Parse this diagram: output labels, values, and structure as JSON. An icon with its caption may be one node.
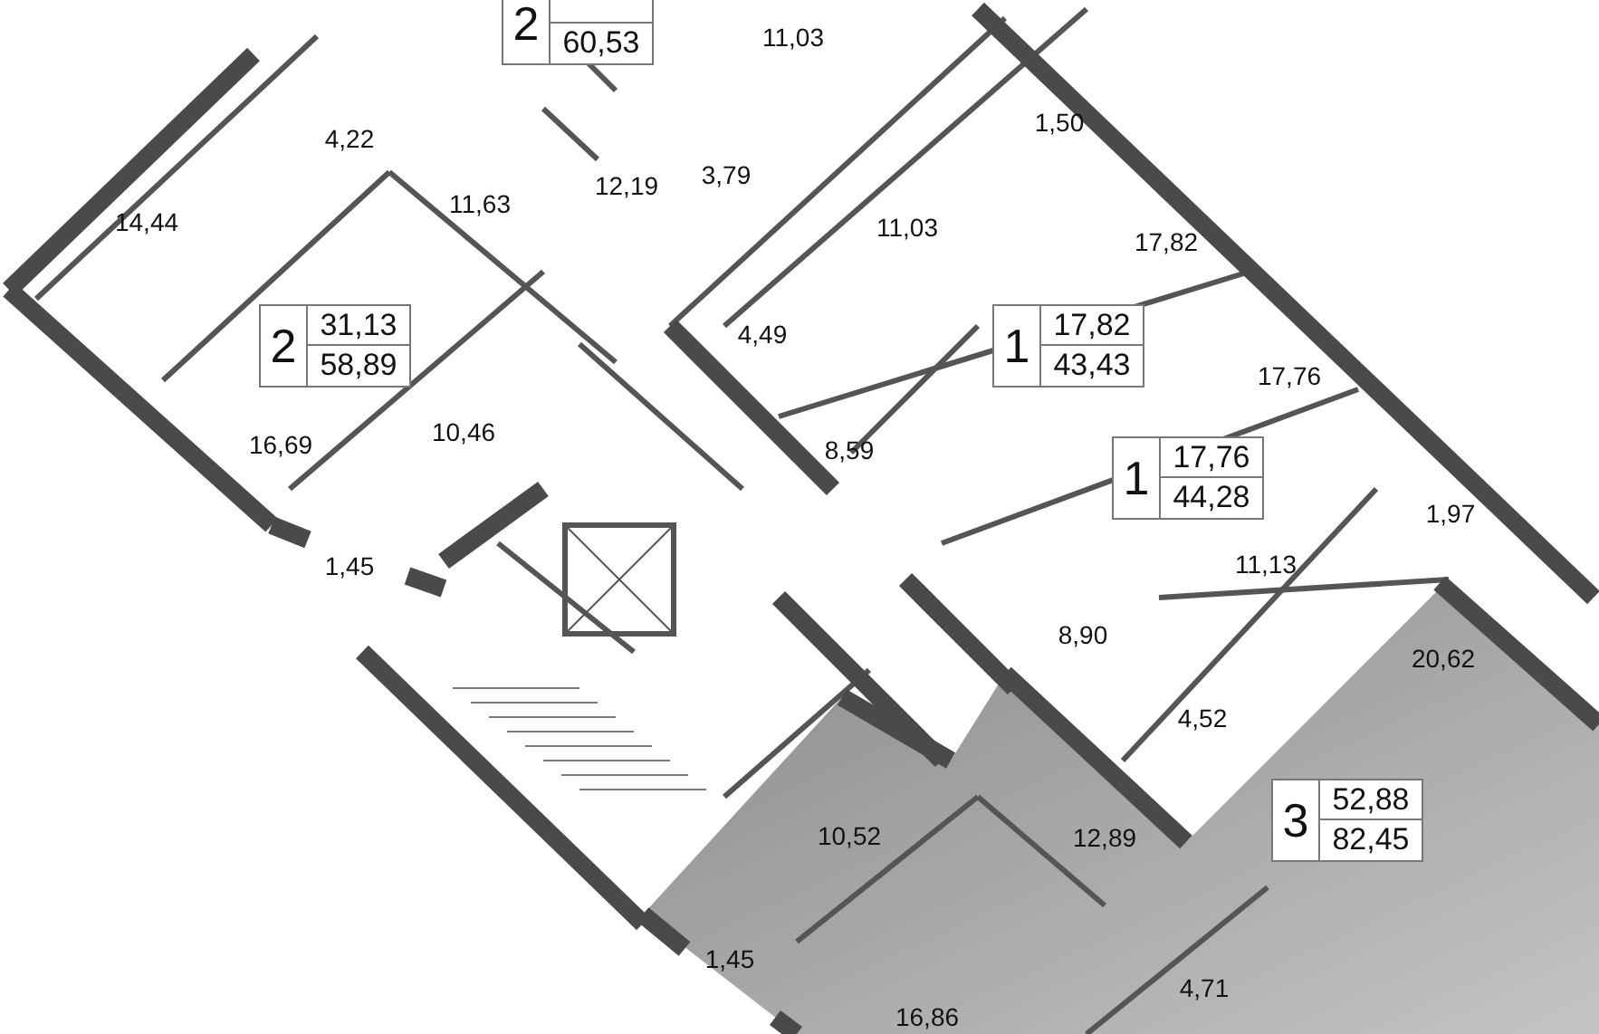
{
  "diagram": {
    "nodes": [
      {
        "text": [
          "2",
          "60,53"
        ]
      },
      {
        "text": [
          "2",
          "31,13",
          "58,89"
        ]
      },
      {
        "text": [
          "1",
          "17,82",
          "43,43"
        ]
      },
      {
        "text": [
          "1",
          "17,76",
          "44,28"
        ]
      },
      {
        "text": [
          "3",
          "52,88",
          "82,45"
        ]
      }
    ],
    "labels": [
      "11,03",
      "1,50",
      "4,22",
      "3,79",
      "12,19",
      "11,63",
      "14,44",
      "11,03",
      "17,82",
      "4,49",
      "17,76",
      "10,46",
      "16,69",
      "8,59",
      "1,97",
      "1,45",
      "11,13",
      "8,90",
      "20,62",
      "4,52",
      "10,52",
      "12,89",
      "1,45",
      "4,71",
      "16,86"
    ]
  }
}
